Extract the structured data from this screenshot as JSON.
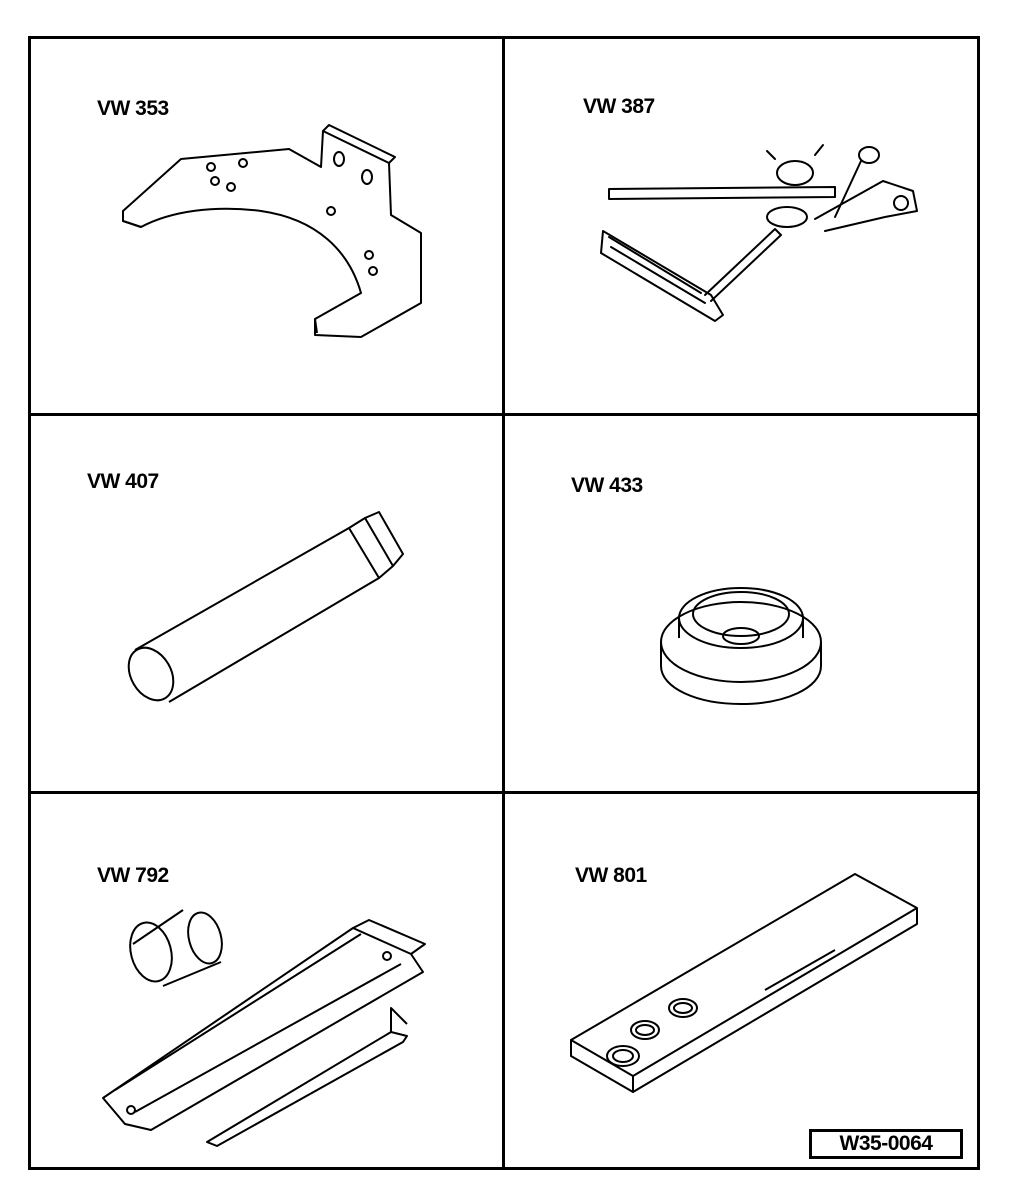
{
  "tools": [
    {
      "id": "vw353",
      "label": "VW 353"
    },
    {
      "id": "vw387",
      "label": "VW 387"
    },
    {
      "id": "vw407",
      "label": "VW 407"
    },
    {
      "id": "vw433",
      "label": "VW 433"
    },
    {
      "id": "vw792",
      "label": "VW 792"
    },
    {
      "id": "vw801",
      "label": "VW 801"
    }
  ],
  "drawing_code": "W35-0064",
  "colors": {
    "line": "#000000",
    "background": "#ffffff"
  }
}
